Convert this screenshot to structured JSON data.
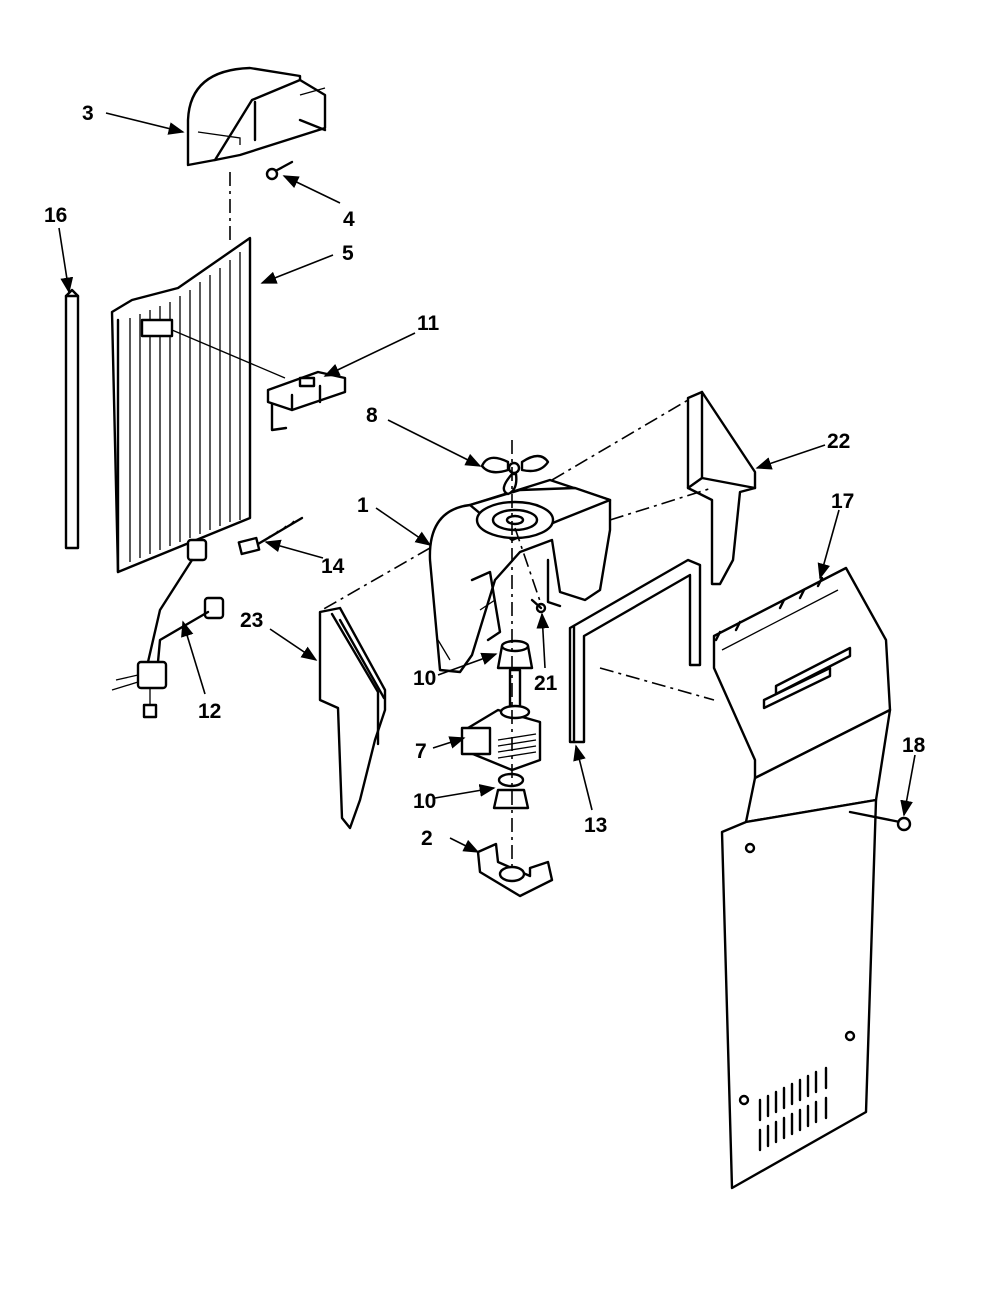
{
  "callouts": [
    {
      "id": "c3",
      "text": "3"
    },
    {
      "id": "c4",
      "text": "4"
    },
    {
      "id": "c16",
      "text": "16"
    },
    {
      "id": "c5",
      "text": "5"
    },
    {
      "id": "c11",
      "text": "11"
    },
    {
      "id": "c8",
      "text": "8"
    },
    {
      "id": "c22",
      "text": "22"
    },
    {
      "id": "c1",
      "text": "1"
    },
    {
      "id": "c17",
      "text": "17"
    },
    {
      "id": "c14",
      "text": "14"
    },
    {
      "id": "c23",
      "text": "23"
    },
    {
      "id": "c21",
      "text": "21"
    },
    {
      "id": "c12",
      "text": "12"
    },
    {
      "id": "c10a",
      "text": "10"
    },
    {
      "id": "c18",
      "text": "18"
    },
    {
      "id": "c7",
      "text": "7"
    },
    {
      "id": "c10b",
      "text": "10"
    },
    {
      "id": "c13",
      "text": "13"
    },
    {
      "id": "c2",
      "text": "2"
    }
  ],
  "colors": {
    "line": "#000000",
    "background": "#ffffff"
  }
}
